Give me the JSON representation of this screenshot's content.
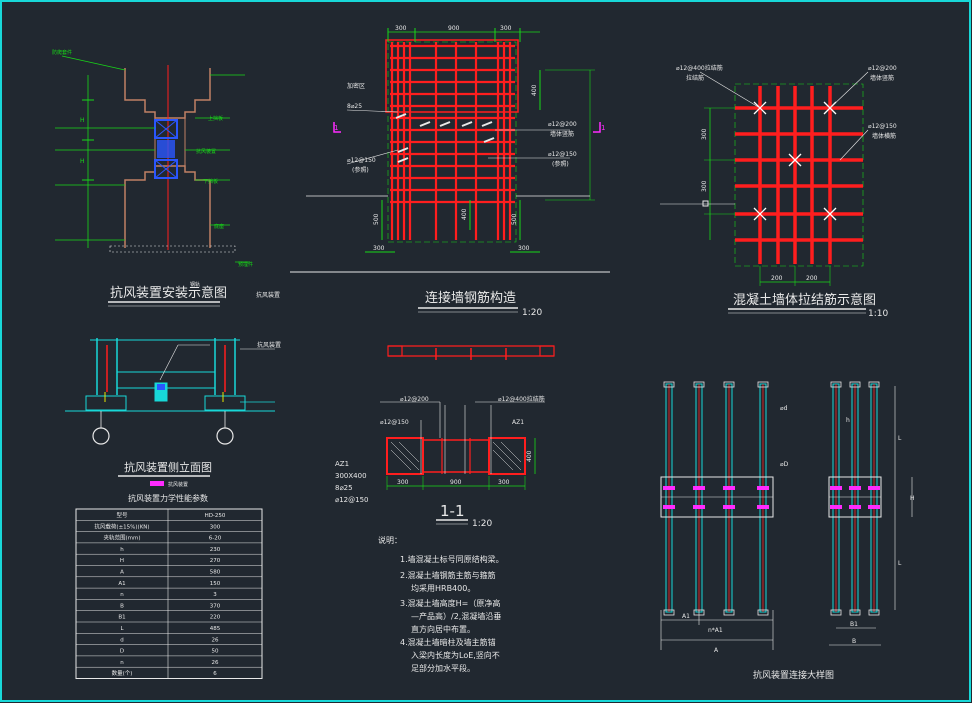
{
  "titles": {
    "install": "抗风装置安装示意图",
    "install_side": "抗风装置",
    "wall_rebar": "连接墙钢筋构造",
    "wall_rebar_scale": "1:20",
    "tie_rebar": "混凝土墙体拉结筋示意图",
    "tie_rebar_scale": "1:10",
    "side_elev": "抗风装置侧立面图",
    "section": "1-1",
    "section_scale": "1:20",
    "connect": "抗风装置连接大样图",
    "table_title": "抗风装置力学性能参数"
  },
  "install_labels": [
    "防爬套件",
    "H",
    "H",
    "上挡板",
    "下挡板",
    "底座",
    "预埋件",
    "抗风装置",
    "钢轨"
  ],
  "wall_dims": {
    "top": [
      "300",
      "900",
      "300"
    ],
    "right": "400",
    "bottom": [
      "300",
      "300"
    ],
    "left_v": "500",
    "mid_v": "400",
    "right_v": "500",
    "left_lbl1": "加密区",
    "left_lbl2": "8⌀25",
    "left_lbl3": "⌀12@150",
    "left_lbl3b": "(参照)",
    "r_lbl1": "⌀12@200",
    "r_lbl1b": "墙体竖筋",
    "r_lbl2": "⌀12@150",
    "r_lbl2b": "(参照)",
    "sec_mark": "1"
  },
  "tie_dims": {
    "l1": "⌀12@400拉结筋",
    "l1b": "拉结筋",
    "l2": "⌀12@200",
    "l2b": "墙体竖筋",
    "l3": "⌀12@150",
    "l3b": "墙体横筋",
    "v1": "300",
    "v2": "300",
    "b1": "200",
    "b2": "200"
  },
  "side_labels": {
    "rail": "抗风装置",
    "legend": "抗风装置"
  },
  "section_dims": {
    "t1": "⌀12@200",
    "t2": "⌀12@400拉结筋",
    "l1": "⌀12@150",
    "r1": "AZ1",
    "az": "AZ1",
    "az_size": "300X400",
    "az_bars": "8⌀25",
    "az_stir": "⌀12@150",
    "b": [
      "300",
      "900",
      "300"
    ],
    "h": "400"
  },
  "table": {
    "header": [
      "型号",
      "HD-250"
    ],
    "rows": [
      [
        "抗风载荷(±15%)(KN)",
        "300"
      ],
      [
        "夹轨范围(mm)",
        "6-20"
      ],
      [
        "h",
        "230"
      ],
      [
        "H",
        "270"
      ],
      [
        "A",
        "580"
      ],
      [
        "A1",
        "150"
      ],
      [
        "n",
        "3"
      ],
      [
        "B",
        "370"
      ],
      [
        "B1",
        "220"
      ],
      [
        "L",
        "485"
      ],
      [
        "d",
        "26"
      ],
      [
        "D",
        "50"
      ],
      [
        "n",
        "26"
      ],
      [
        "数量(个)",
        "6"
      ]
    ]
  },
  "notes": {
    "heading": "说明：",
    "lines": [
      "1.墙混凝土标号同原结构梁。",
      "2.混凝土墙钢筋主筋与箍筋",
      "均采用HRB400。",
      "3.混凝土墙高度H=（原净高",
      "—产品高）/2,混凝墙沿垂",
      "直方向居中布置。",
      "4.混凝土墙暗柱及墙主筋锚",
      "入梁内长度为LoE,竖向不",
      "足部分加水平段。"
    ]
  },
  "connect_labels": {
    "A1": "A1",
    "nA1": "n*A1",
    "A": "A",
    "B1": "B1",
    "B": "B",
    "d": "⌀d",
    "D": "⌀D",
    "H": "H",
    "h": "h",
    "L": "L"
  },
  "colors": {
    "bg": "#212830",
    "green": "#18d818",
    "red": "#ff1e1e",
    "white": "#e8e8e8",
    "cyan": "#18d8d8",
    "magenta": "#ff2bff",
    "blue": "#2a56ff",
    "yellow": "#e6e600",
    "brown": "#c08064"
  }
}
